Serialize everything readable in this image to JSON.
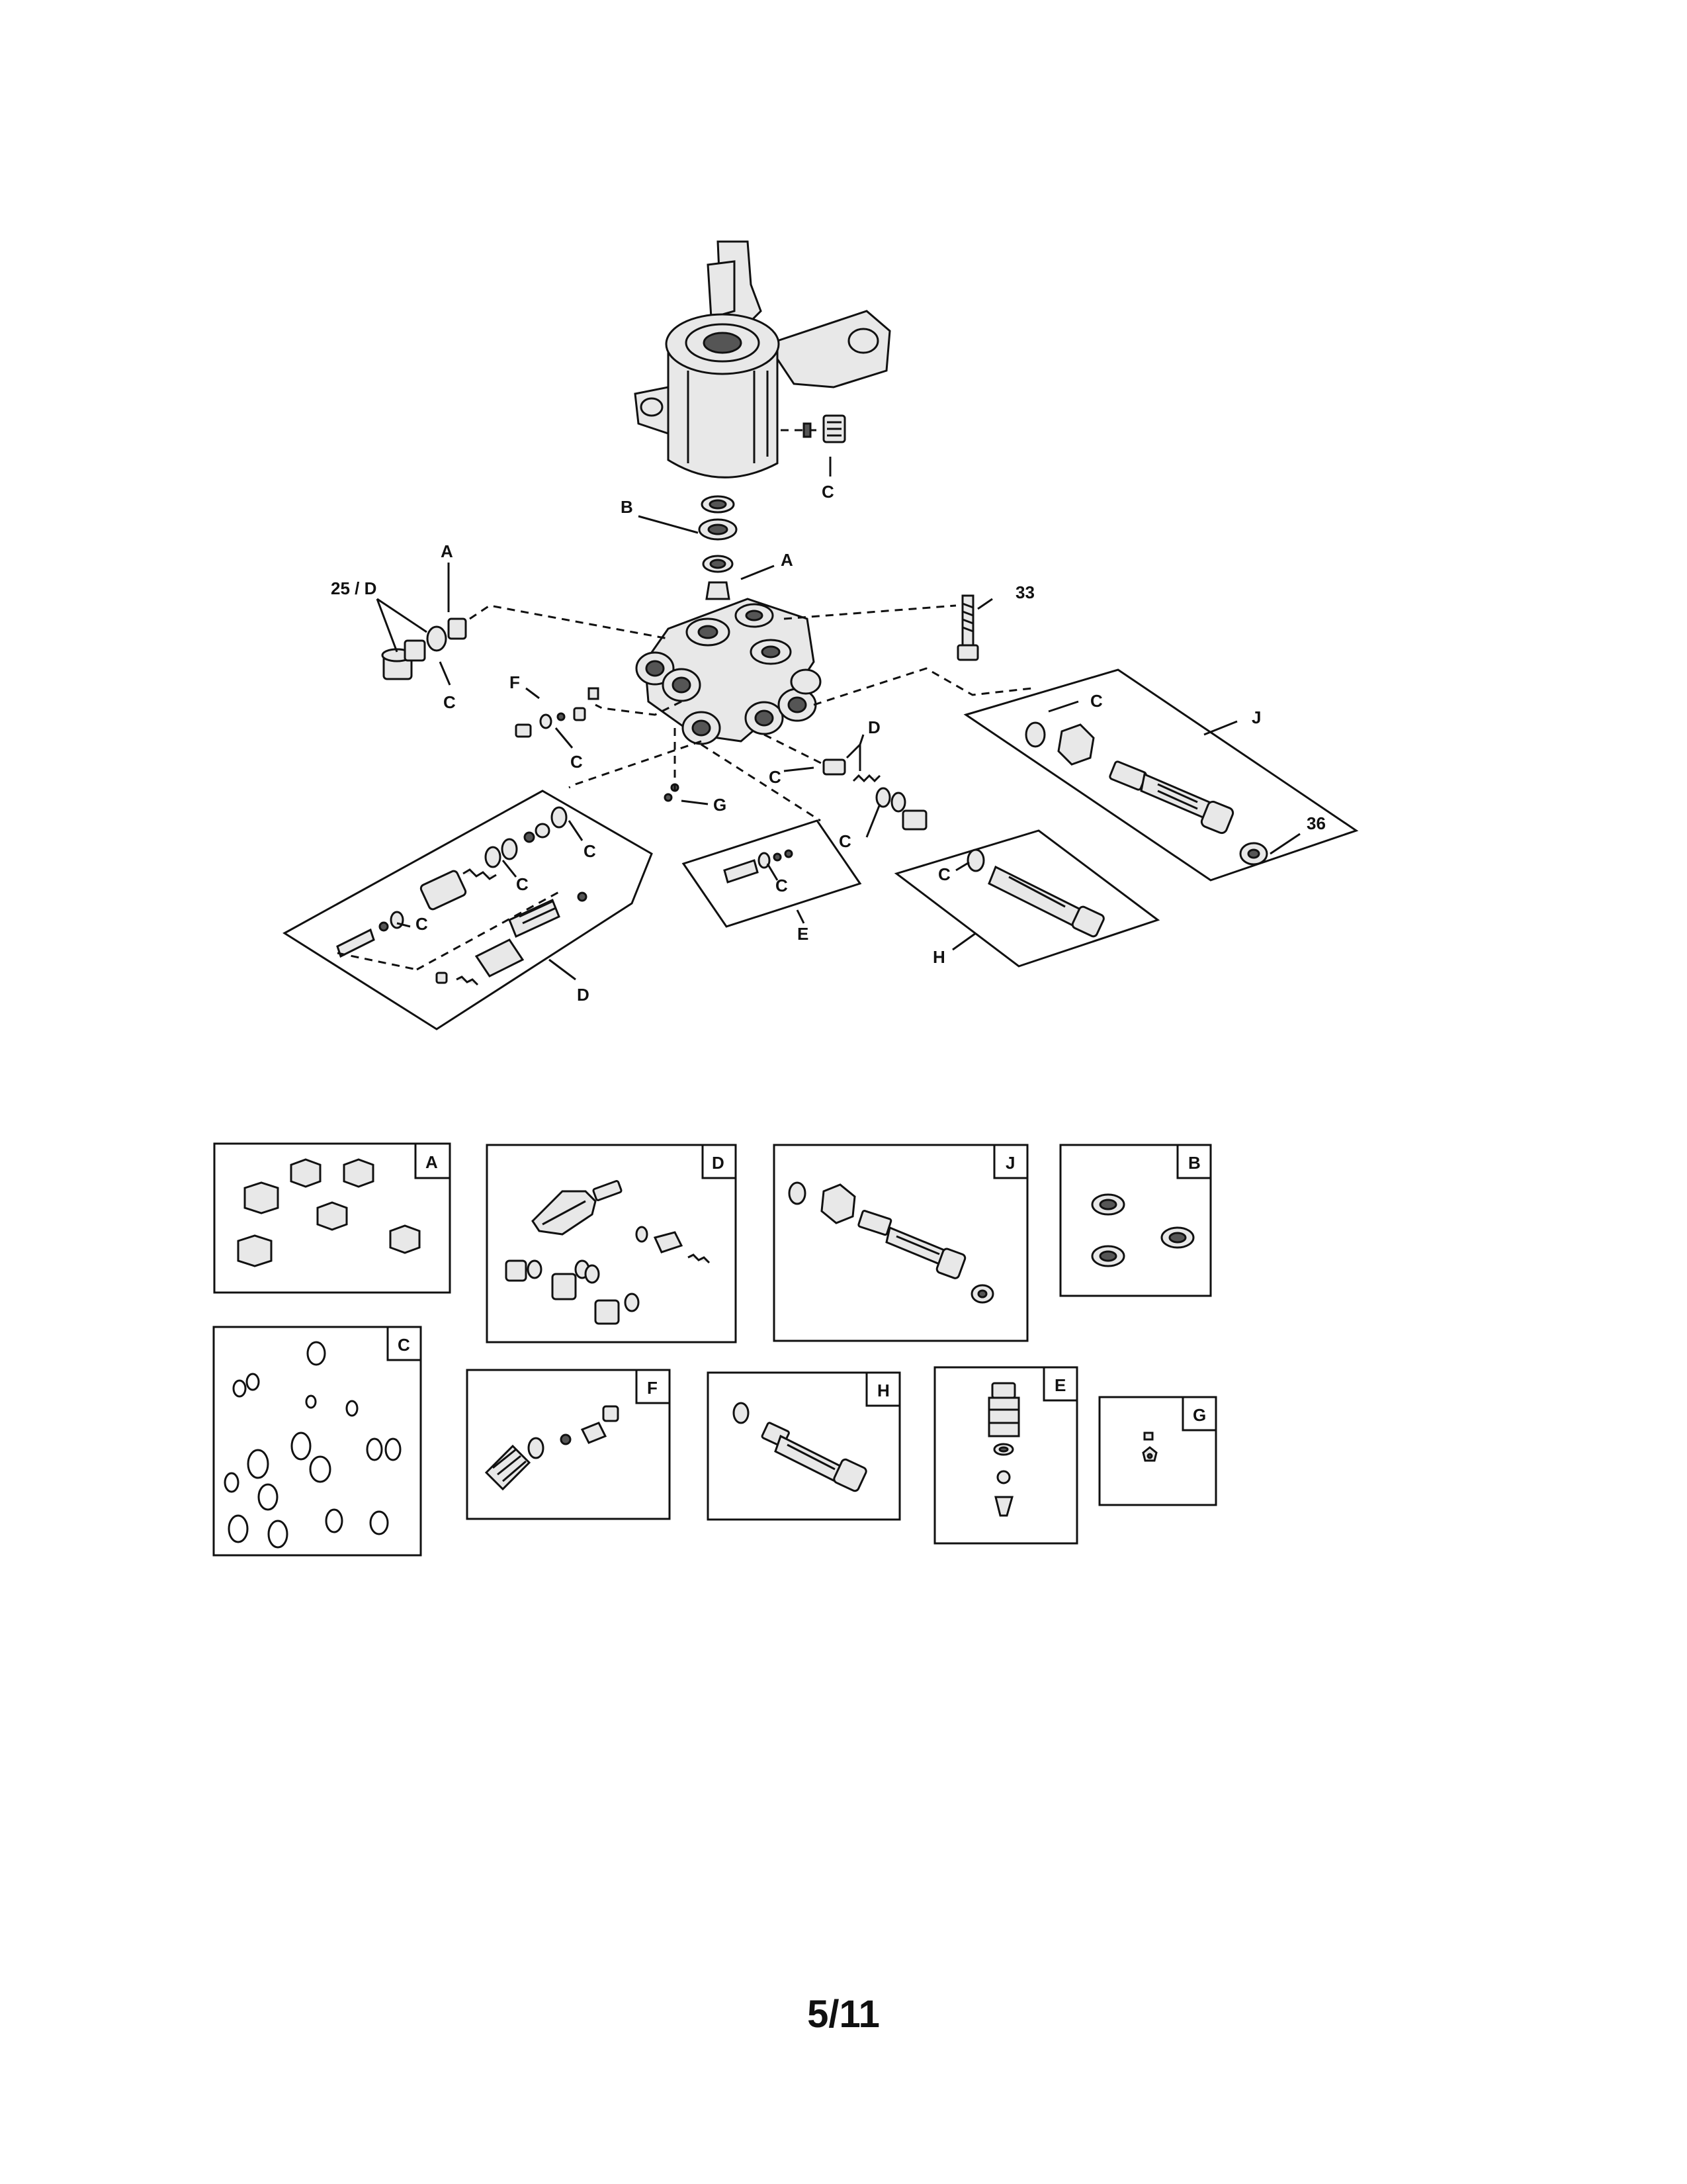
{
  "callouts": {
    "c_top": "C",
    "b": "B",
    "a_center": "A",
    "a_left": "A",
    "d25": "25 / D",
    "c_left": "C",
    "n33": "33",
    "f": "F",
    "c_f": "C",
    "d_right": "D",
    "c_mid": "C",
    "g": "G",
    "c_j": "C",
    "j": "J",
    "n36": "36",
    "c_big1": "C",
    "c_big2": "C",
    "c_big3": "C",
    "d_big": "D",
    "c_e": "C",
    "e": "E",
    "c_mid2": "C",
    "c_h": "C",
    "h": "H"
  },
  "kits": {
    "a": "A",
    "d": "D",
    "j": "J",
    "b": "B",
    "c": "C",
    "f": "F",
    "h": "H",
    "e": "E",
    "g": "G"
  },
  "page_number": "5/11"
}
